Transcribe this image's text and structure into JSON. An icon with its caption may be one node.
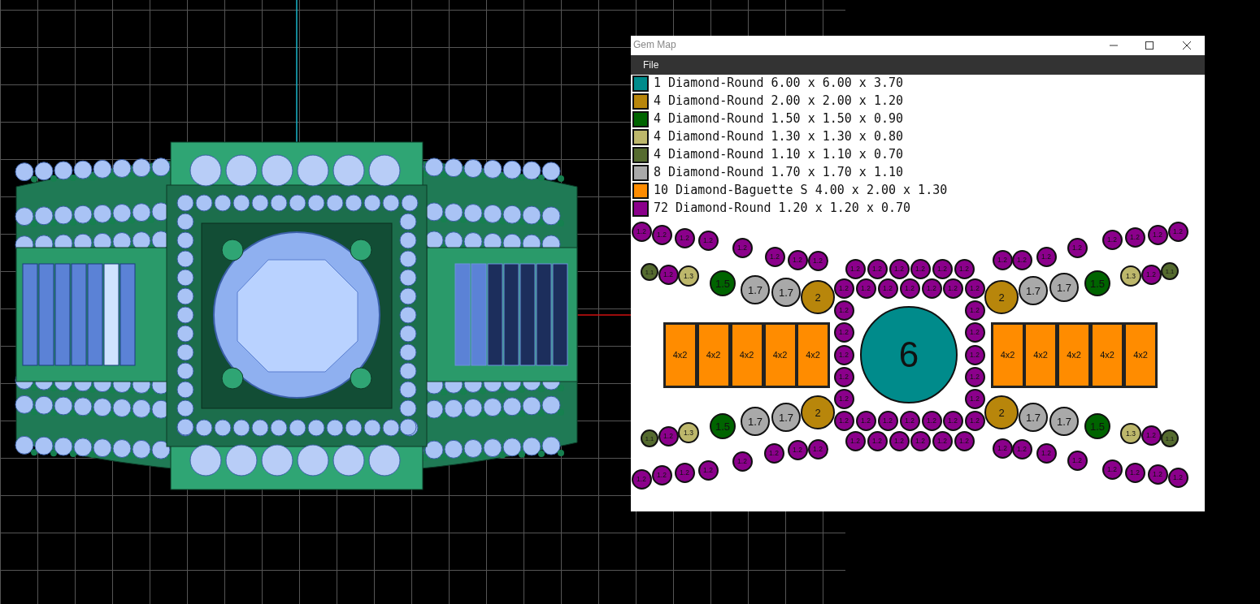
{
  "diagram": {
    "nodes": [
      {
        "text": [
          "1.2"
        ]
      },
      {
        "text": [
          "1.2"
        ]
      },
      {
        "text": [
          "1.2"
        ]
      },
      {
        "text": [
          "1.2"
        ]
      },
      {
        "text": [
          "1.2"
        ]
      },
      {
        "text": [
          "1.2"
        ]
      },
      {
        "text": [
          "1.2"
        ]
      },
      {
        "text": [
          "1.2"
        ]
      },
      {
        "text": [
          "1.2"
        ]
      },
      {
        "text": [
          "1.2"
        ]
      },
      {
        "text": [
          "1.2"
        ]
      },
      {
        "text": [
          "1.2"
        ]
      },
      {
        "text": [
          "1.2"
        ]
      },
      {
        "text": [
          "1.2"
        ]
      },
      {
        "text": [
          "1.2"
        ]
      },
      {
        "text": [
          "1.2"
        ]
      },
      {
        "text": [
          "1.2"
        ]
      },
      {
        "text": [
          "1.2"
        ]
      },
      {
        "text": [
          "1.2"
        ]
      },
      {
        "text": [
          "1.2"
        ]
      },
      {
        "text": [
          "1.2"
        ]
      },
      {
        "text": [
          "1.2"
        ]
      },
      {
        "text": [
          "1.1"
        ]
      },
      {
        "text": [
          "1.2"
        ]
      },
      {
        "text": [
          "1.3"
        ]
      },
      {
        "text": [
          "1.3"
        ]
      },
      {
        "text": [
          "1.2"
        ]
      },
      {
        "text": [
          "1.1"
        ]
      },
      {
        "text": [
          "1.5"
        ]
      },
      {
        "text": [
          "1.5"
        ]
      },
      {
        "text": [
          "1.7"
        ]
      },
      {
        "text": [
          "1.7"
        ]
      },
      {
        "text": [
          "1.2"
        ]
      },
      {
        "text": [
          "1.2"
        ]
      },
      {
        "text": [
          "1.2"
        ]
      },
      {
        "text": [
          "1.2"
        ]
      },
      {
        "text": [
          "1.2"
        ]
      },
      {
        "text": [
          "1.2"
        ]
      },
      {
        "text": [
          "1.2"
        ]
      },
      {
        "text": [
          "1.7"
        ]
      },
      {
        "text": [
          "1.7"
        ]
      },
      {
        "text": [
          "2"
        ]
      },
      {
        "text": [
          "2"
        ]
      },
      {
        "text": [
          "4x2"
        ]
      },
      {
        "text": [
          "4x2"
        ]
      },
      {
        "text": [
          "4x2"
        ]
      },
      {
        "text": [
          "4x2"
        ]
      },
      {
        "text": [
          "4x2"
        ]
      },
      {
        "text": [
          "1.2"
        ]
      },
      {
        "text": [
          "1.2"
        ]
      },
      {
        "text": [
          "1.2"
        ]
      },
      {
        "text": [
          "1.2"
        ]
      },
      {
        "text": [
          "1.2"
        ]
      },
      {
        "text": [
          "6"
        ]
      },
      {
        "text": [
          "1.2"
        ]
      },
      {
        "text": [
          "1.2"
        ]
      },
      {
        "text": [
          "1.2"
        ]
      },
      {
        "text": [
          "1.2"
        ]
      },
      {
        "text": [
          "1.2"
        ]
      },
      {
        "text": [
          "4x2"
        ]
      },
      {
        "text": [
          "4x2"
        ]
      },
      {
        "text": [
          "4x2"
        ]
      },
      {
        "text": [
          "4x2"
        ]
      },
      {
        "text": [
          "4x2"
        ]
      },
      {
        "text": [
          "2"
        ]
      },
      {
        "text": [
          "2"
        ]
      },
      {
        "text": [
          "1.7"
        ]
      },
      {
        "text": [
          "1.7"
        ]
      },
      {
        "text": [
          "1.2"
        ]
      },
      {
        "text": [
          "1.2"
        ]
      },
      {
        "text": [
          "1.2"
        ]
      },
      {
        "text": [
          "1.2"
        ]
      },
      {
        "text": [
          "1.2"
        ]
      },
      {
        "text": [
          "1.2"
        ]
      },
      {
        "text": [
          "1.2"
        ]
      },
      {
        "text": [
          "1.7"
        ]
      },
      {
        "text": [
          "1.7"
        ]
      },
      {
        "text": [
          "1.5"
        ]
      },
      {
        "text": [
          "1.5"
        ]
      },
      {
        "text": [
          "1.3"
        ]
      },
      {
        "text": [
          "1.2"
        ]
      },
      {
        "text": [
          "1.1"
        ]
      },
      {
        "text": [
          "1.3"
        ]
      },
      {
        "text": [
          "1.2"
        ]
      },
      {
        "text": [
          "1.1"
        ]
      },
      {
        "text": [
          "1.2"
        ]
      },
      {
        "text": [
          "1.2"
        ]
      },
      {
        "text": [
          "1.2"
        ]
      },
      {
        "text": [
          "1.2"
        ]
      },
      {
        "text": [
          "1.2"
        ]
      },
      {
        "text": [
          "1.2"
        ]
      },
      {
        "text": [
          "1.2"
        ]
      },
      {
        "text": [
          "1.2"
        ]
      },
      {
        "text": [
          "1.2"
        ]
      },
      {
        "text": [
          "1.2"
        ]
      },
      {
        "text": [
          "1.2"
        ]
      },
      {
        "text": [
          "1.2"
        ]
      },
      {
        "text": [
          "1.2"
        ]
      },
      {
        "text": [
          "1.2"
        ]
      },
      {
        "text": [
          "1.2"
        ]
      },
      {
        "text": [
          "1.2"
        ]
      },
      {
        "text": [
          "1.2"
        ]
      },
      {
        "text": [
          "1.2"
        ]
      },
      {
        "text": [
          "1.2"
        ]
      },
      {
        "text": [
          "1.2"
        ]
      },
      {
        "text": [
          "1.2"
        ]
      },
      {
        "text": [
          "1.2"
        ]
      }
    ],
    "labels": [
      "Gem Map",
      "File"
    ],
    "legend": [
      {
        "text": "1 Diamond-Round 6.00 x 6.00 x 3.70",
        "color": "#008b8b"
      },
      {
        "text": "4 Diamond-Round 2.00 x 2.00 x 1.20",
        "color": "#b8860b"
      },
      {
        "text": "4 Diamond-Round 1.50 x 1.50 x 0.90",
        "color": "#006400"
      },
      {
        "text": "4 Diamond-Round 1.30 x 1.30 x 0.80",
        "color": "#bdb76b"
      },
      {
        "text": "4 Diamond-Round 1.10 x 1.10 x 0.70",
        "color": "#556b2f"
      },
      {
        "text": "8 Diamond-Round 1.70 x 1.70 x 1.10",
        "color": "#a9a9a9"
      },
      {
        "text": "10 Diamond-Baguette S 4.00 x 2.00 x 1.30",
        "color": "#ff8c00"
      },
      {
        "text": "72 Diamond-Round 1.20 x 1.20 x 0.70",
        "color": "#8b008b"
      }
    ]
  }
}
